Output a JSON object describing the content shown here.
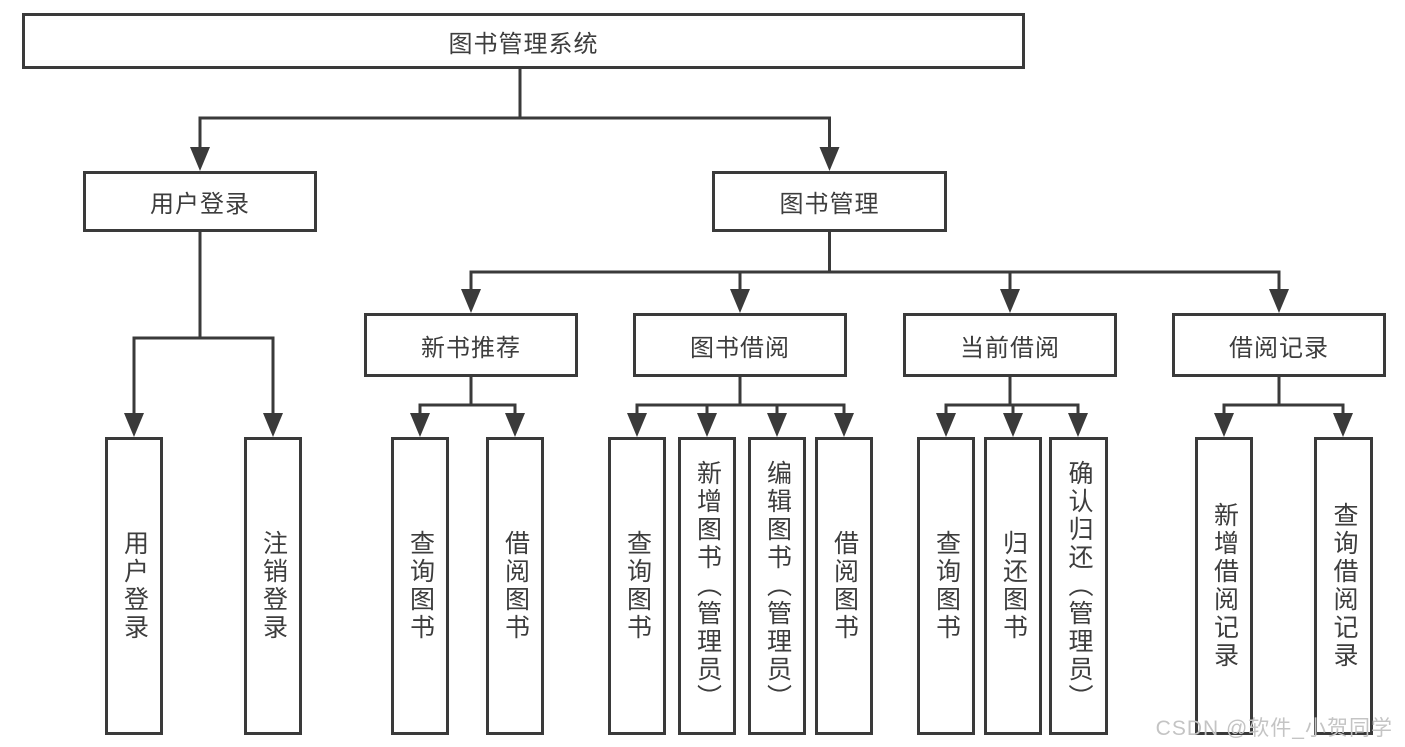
{
  "tree": {
    "label": "图书管理系统",
    "children": [
      {
        "label": "用户登录",
        "children": [
          {
            "label": "用户登录"
          },
          {
            "label": "注销登录"
          }
        ]
      },
      {
        "label": "图书管理",
        "children": [
          {
            "label": "新书推荐",
            "children": [
              {
                "label": "查询图书"
              },
              {
                "label": "借阅图书"
              }
            ]
          },
          {
            "label": "图书借阅",
            "children": [
              {
                "label": "查询图书"
              },
              {
                "label": "新增图书（管理员）"
              },
              {
                "label": "编辑图书（管理员）"
              },
              {
                "label": "借阅图书"
              }
            ]
          },
          {
            "label": "当前借阅",
            "children": [
              {
                "label": "查询图书"
              },
              {
                "label": "归还图书"
              },
              {
                "label": "确认归还（管理员）"
              }
            ]
          },
          {
            "label": "借阅记录",
            "children": [
              {
                "label": "新增借阅记录"
              },
              {
                "label": "查询借阅记录"
              }
            ]
          }
        ]
      }
    ]
  },
  "watermark": {
    "text": "CSDN @软件_小贺同学"
  },
  "colors": {
    "line": "#3a3a3a",
    "box_border": "#3a3a3a",
    "text": "#3d3d3d",
    "background": "#ffffff",
    "watermark": "#c4c4c4"
  }
}
